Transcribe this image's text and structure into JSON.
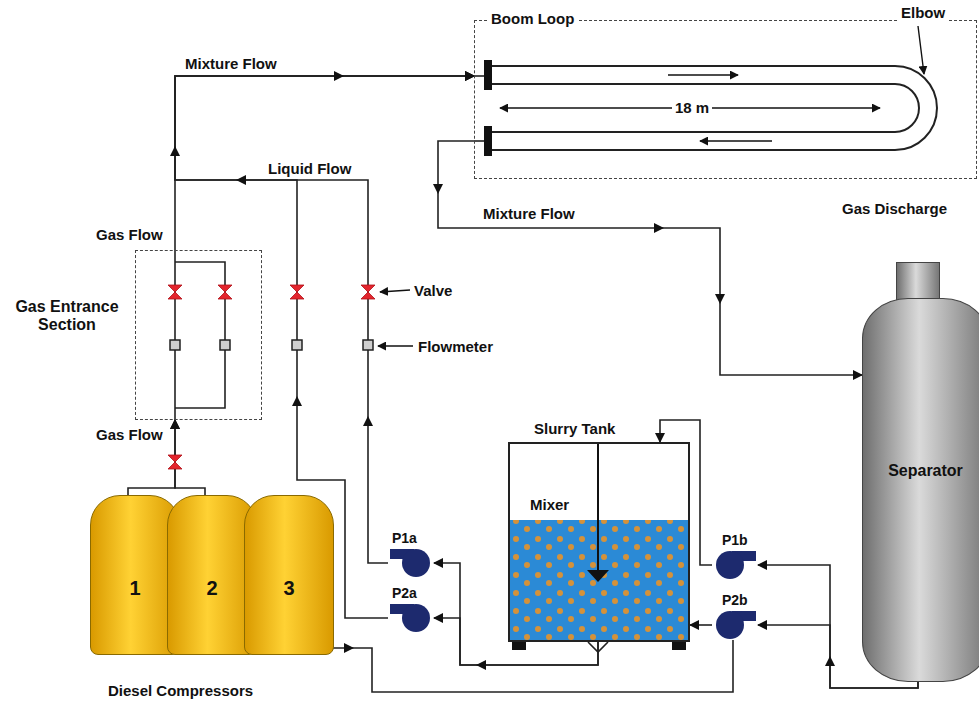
{
  "diagram": {
    "nodes": [
      {
        "text": [
          "Boom Loop"
        ]
      },
      {
        "text": [
          "Gas Entrance Section"
        ]
      },
      {
        "text": [
          "1"
        ]
      },
      {
        "text": [
          "2"
        ]
      },
      {
        "text": [
          "3"
        ]
      },
      {
        "text": [
          "Slurry Tank",
          "Mixer"
        ]
      },
      {
        "text": [
          "Separator"
        ]
      },
      {
        "text": [
          "P1a"
        ]
      },
      {
        "text": [
          "P2a"
        ]
      },
      {
        "text": [
          "P1b"
        ]
      },
      {
        "text": [
          "P2b"
        ]
      }
    ],
    "edges": [
      {
        "from": 1,
        "to": 0,
        "arrow": "to",
        "label": "Mixture Flow"
      },
      {
        "from": 7,
        "to": 0,
        "arrow": "to"
      },
      {
        "from": 8,
        "to": 0,
        "arrow": "to"
      },
      {
        "from": 0,
        "to": 6,
        "arrow": "to",
        "label": "Mixture Flow"
      },
      {
        "from": 2,
        "to": 1,
        "arrow": "to"
      },
      {
        "from": 3,
        "to": 1,
        "arrow": "to"
      },
      {
        "from": 5,
        "to": 7,
        "arrow": "to"
      },
      {
        "from": 5,
        "to": 8,
        "arrow": "to"
      },
      {
        "from": 6,
        "to": 9,
        "arrow": "to"
      },
      {
        "from": 6,
        "to": 10,
        "arrow": "to"
      },
      {
        "from": 9,
        "to": 5,
        "arrow": "to"
      },
      {
        "from": 10,
        "to": 5,
        "arrow": "to"
      }
    ],
    "labels": [
      "Elbow",
      "18 m",
      "Gas Flow",
      "Gas Flow",
      "Liquid Flow",
      "Valve",
      "Flowmeter",
      "Gas Discharge",
      "Diesel Compressors"
    ]
  }
}
